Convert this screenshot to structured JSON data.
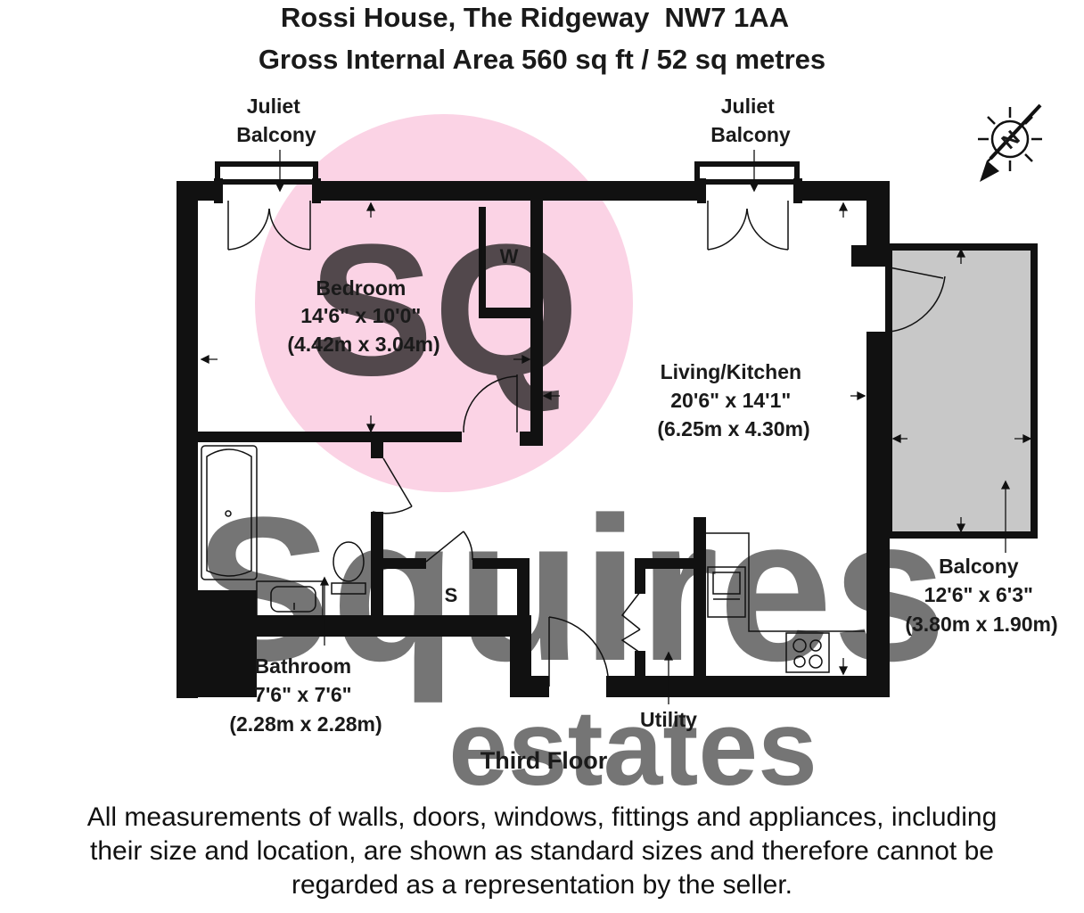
{
  "header": {
    "address_line": "Rossi House, The Ridgeway  NW7 1AA",
    "area_line": "Gross Internal Area 560 sq ft / 52 sq metres"
  },
  "watermark": {
    "logo_text": "SQ",
    "brand_text": "Squires",
    "brand_sub": "estates",
    "logo_color": "#f9c6dd",
    "text_color": "#c9cad6"
  },
  "compass": {
    "label": "N"
  },
  "labels": {
    "juliet_left": [
      "Juliet",
      "Balcony"
    ],
    "juliet_right": [
      "Juliet",
      "Balcony"
    ],
    "wardrobe": "W",
    "store": "S",
    "bedroom": [
      "Bedroom",
      "14'6\" x 10'0\"",
      "(4.42m x 3.04m)"
    ],
    "living": [
      "Living/Kitchen",
      "20'6\" x 14'1\"",
      "(6.25m x 4.30m)"
    ],
    "balcony": [
      "Balcony",
      "12'6\" x 6'3\"",
      "(3.80m x 1.90m)"
    ],
    "bathroom": [
      "Bathroom",
      "7'6\" x 7'6\"",
      "(2.28m x 2.28m)"
    ],
    "utility": "Utility",
    "floor": "Third Floor"
  },
  "colors": {
    "wall": "#111111",
    "balcony_fill": "#c8c8c8"
  },
  "disclaimer": [
    "All measurements of walls, doors, windows, fittings and appliances, including",
    "their size and location, are shown as standard sizes and therefore cannot be",
    "regarded as a representation by the seller."
  ]
}
